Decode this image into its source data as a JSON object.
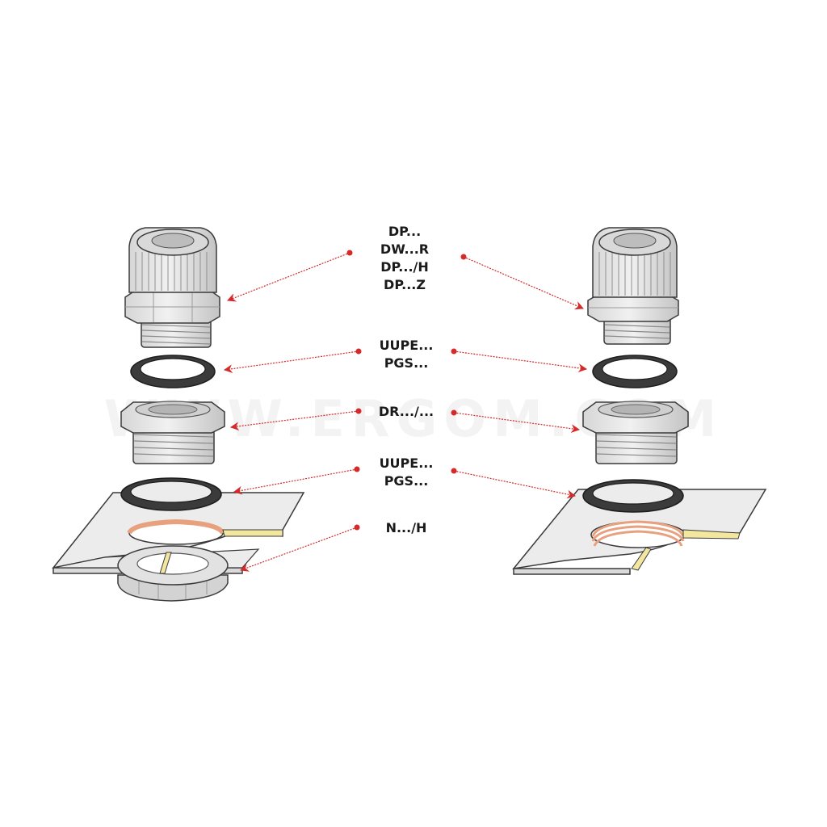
{
  "watermark": "WWW.ERGOM.COM",
  "labels": {
    "gland": [
      "DP...",
      "DW...R",
      "DP.../H",
      "DP...Z"
    ],
    "seal_top": [
      "UUPE...",
      "PGS..."
    ],
    "reducer": "DR.../...",
    "seal_bottom": [
      "UUPE...",
      "PGS..."
    ],
    "nut": "N.../H"
  },
  "colors": {
    "part_fill": "#e2e2e2",
    "part_shade": "#c9c9c9",
    "outline": "#3a3a3a",
    "seal": "#3b3b3b",
    "plate": "#ececec",
    "hole_edge": "#e8a17f",
    "plate_edge": "#f3e7a0",
    "arrow": "#d42a2a"
  }
}
